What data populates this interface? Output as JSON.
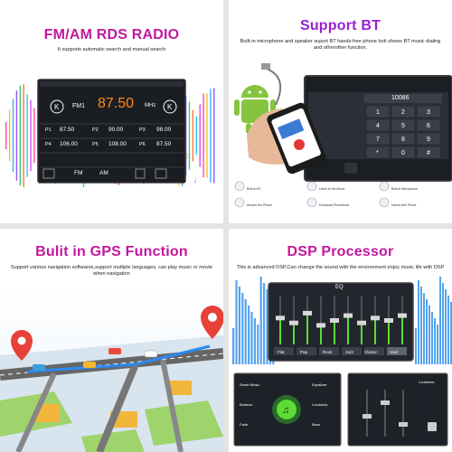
{
  "panels": {
    "radio": {
      "title": "FM/AM RDS RADIO",
      "subtitle": "It supports automatic search and manual search",
      "title_color": "#c2189d",
      "band": "FM1",
      "frequency": "87.50",
      "unit": "MHz",
      "presets": [
        {
          "label": "P1",
          "freq": "87.50"
        },
        {
          "label": "P2",
          "freq": "90.00"
        },
        {
          "label": "P3",
          "freq": "98.00"
        },
        {
          "label": "P4",
          "freq": "106.00"
        },
        {
          "label": "P5",
          "freq": "108.00"
        },
        {
          "label": "P6",
          "freq": "87.50"
        }
      ],
      "bottom_buttons": [
        "FM",
        "AM"
      ]
    },
    "bt": {
      "title": "Support BT",
      "subtitle": "Built-in microphone and speaker suport BT hands-free phone bok shows BT music dialing and otherother function.",
      "title_color": "#9a1fd0",
      "dial_number": "10086",
      "keys": [
        "1",
        "2",
        "3",
        "4",
        "5",
        "6",
        "7",
        "8",
        "9",
        "*",
        "0",
        "#"
      ],
      "features": [
        "Built-in BT",
        "Listen to the Music",
        "Built-in Microphone",
        "Answer the Phone",
        "Download Phonebook",
        "Hands-free Phone"
      ]
    },
    "gps": {
      "title": "Bulit in GPS Function",
      "subtitle": "Support various navigation softwares,support multiple languages, can play music or movie when navigation",
      "title_color": "#c2189d"
    },
    "dsp": {
      "title": "DSP Processor",
      "subtitle": "This is advanced DSP,Can change the sound with the environment enjoy music life with DSP",
      "title_color": "#c2189d",
      "eq_label": "EQ",
      "eq_presets": [
        "Flat",
        "Pop",
        "Rock",
        "Jazz",
        "Classic",
        "User"
      ],
      "sound_menu": [
        "Smart Music",
        "Balance",
        "Fade"
      ],
      "sound_menu_right": [
        "Equalizer",
        "Loudness",
        "Bass"
      ],
      "loudness_label": "Loudness"
    }
  },
  "colors": {
    "magenta": "#c2189d",
    "purple": "#9a1fd0",
    "screen_dark": "#1e2228",
    "accent_orange": "#ff8a1a",
    "eq_green": "#5ddc34",
    "eq_blue": "#1d86e8"
  }
}
